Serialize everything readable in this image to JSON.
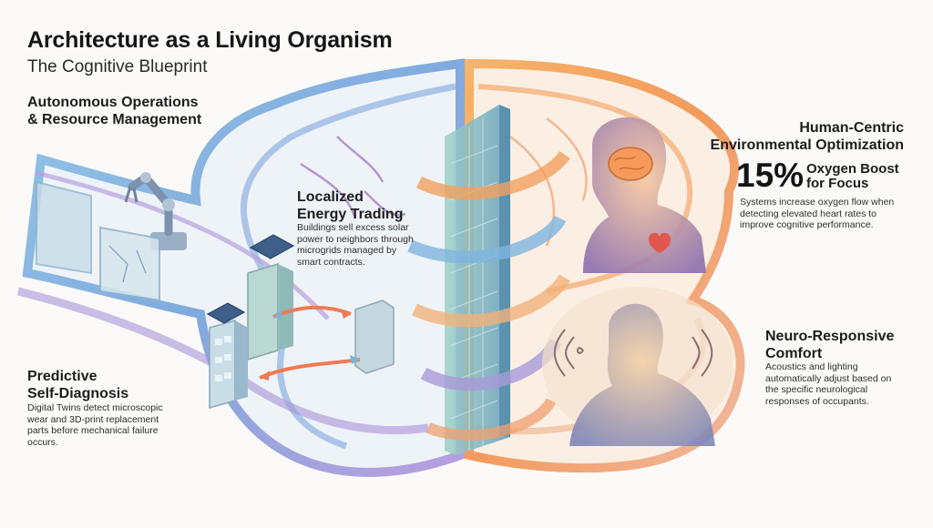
{
  "title": "Architecture as a Living Organism",
  "subtitle": "The Cognitive Blueprint",
  "sections": {
    "autonomous": {
      "heading": [
        "Autonomous Operations",
        "& Resource Management"
      ]
    },
    "energy": {
      "heading": [
        "Localized",
        "Energy Trading"
      ],
      "body": [
        "Buildings sell excess solar",
        "power to neighbors through",
        "microgrids managed by",
        "smart contracts."
      ]
    },
    "diagnosis": {
      "heading": [
        "Predictive",
        "Self-Diagnosis"
      ],
      "body": [
        "Digital Twins detect microscopic",
        "wear and 3D-print replacement",
        "parts before mechanical failure",
        "occurs."
      ]
    },
    "human": {
      "heading": [
        "Human-Centric",
        "Environmental Optimization"
      ]
    },
    "oxygen": {
      "stat": "15%",
      "heading": [
        "Oxygen Boost",
        "for Focus"
      ],
      "body": [
        "Systems increase oxygen flow when",
        "detecting elevated heart rates to",
        "improve cognitive performance."
      ]
    },
    "neuro": {
      "heading": [
        "Neuro-Responsive",
        "Comfort"
      ],
      "body": [
        "Acoustics and lighting",
        "automatically adjust based on",
        "the specific neurological",
        "responses of occupants."
      ]
    }
  },
  "icons": [
    "robotic-arm-icon",
    "solar-panel-icon",
    "building-icon",
    "exchange-arrow-icon",
    "brain-icon",
    "heart-icon",
    "sound-wave-icon",
    "human-silhouette-icon"
  ],
  "colors": {
    "left_blue": "#6fa8d8",
    "left_violet": "#a992d6",
    "right_orange": "#f3a25c",
    "right_peach": "#f6c59a",
    "accent_red": "#e2574c"
  }
}
